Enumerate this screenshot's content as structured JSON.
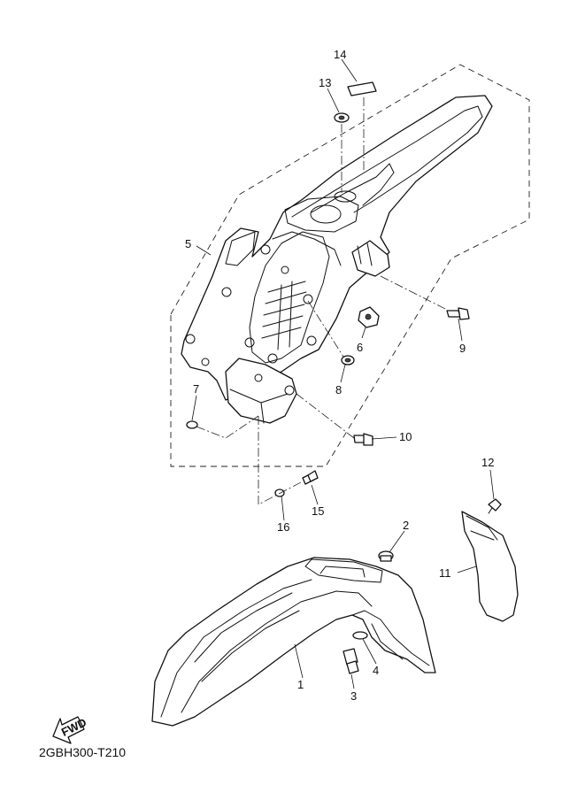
{
  "diagram": {
    "drawing_code": "2GBH300-T210",
    "fwd_label": "FWD",
    "callouts": [
      {
        "id": "c1",
        "label": "1"
      },
      {
        "id": "c2",
        "label": "2"
      },
      {
        "id": "c3",
        "label": "3"
      },
      {
        "id": "c4",
        "label": "4"
      },
      {
        "id": "c5",
        "label": "5"
      },
      {
        "id": "c6",
        "label": "6"
      },
      {
        "id": "c7",
        "label": "7"
      },
      {
        "id": "c8",
        "label": "8"
      },
      {
        "id": "c9",
        "label": "9"
      },
      {
        "id": "c10",
        "label": "10"
      },
      {
        "id": "c11",
        "label": "11"
      },
      {
        "id": "c12",
        "label": "12"
      },
      {
        "id": "c13",
        "label": "13"
      },
      {
        "id": "c14",
        "label": "14"
      },
      {
        "id": "c15",
        "label": "15"
      },
      {
        "id": "c16",
        "label": "16"
      }
    ]
  }
}
